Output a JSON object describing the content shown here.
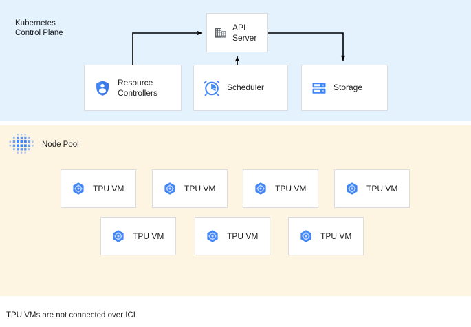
{
  "diagram": {
    "title_control_plane": "Kubernetes\nControl Plane",
    "title_node_pool": "Node Pool",
    "footnote": "TPU VMs are not connected over ICI",
    "colors": {
      "control_plane_band": "#e3f2fd",
      "node_pool_band": "#fdf5e1",
      "box_border": "#dadce0",
      "box_fill": "#ffffff",
      "icon_blue": "#4285f4",
      "icon_gray": "#5f6368",
      "arrow": "#000000",
      "text": "#202124"
    }
  },
  "control_plane": {
    "nodes": [
      {
        "id": "api-server",
        "label": "API\nServer",
        "icon": "building-icon"
      },
      {
        "id": "resource-controllers",
        "label": "Resource\nControllers",
        "icon": "shield-user-icon"
      },
      {
        "id": "scheduler",
        "label": "Scheduler",
        "icon": "alarm-clock-icon"
      },
      {
        "id": "storage",
        "label": "Storage",
        "icon": "storage-rack-icon"
      }
    ],
    "connections": [
      {
        "from": "resource-controllers",
        "to": "api-server",
        "direction": "to"
      },
      {
        "from": "scheduler",
        "to": "api-server",
        "direction": "to"
      },
      {
        "from": "api-server",
        "to": "storage",
        "direction": "to"
      }
    ]
  },
  "node_pool": {
    "icon": "node-pool-dots-icon",
    "rows": [
      {
        "row": 1,
        "vms": [
          {
            "label": "TPU VM",
            "icon": "tpu-hex-icon"
          },
          {
            "label": "TPU VM",
            "icon": "tpu-hex-icon"
          },
          {
            "label": "TPU VM",
            "icon": "tpu-hex-icon"
          },
          {
            "label": "TPU VM",
            "icon": "tpu-hex-icon"
          }
        ]
      },
      {
        "row": 2,
        "vms": [
          {
            "label": "TPU VM",
            "icon": "tpu-hex-icon"
          },
          {
            "label": "TPU VM",
            "icon": "tpu-hex-icon"
          },
          {
            "label": "TPU VM",
            "icon": "tpu-hex-icon"
          }
        ]
      }
    ]
  }
}
